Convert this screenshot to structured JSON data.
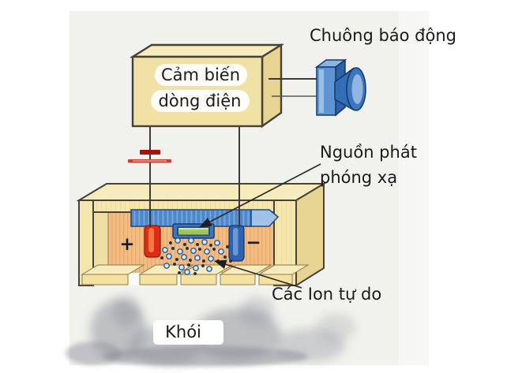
{
  "labels": {
    "alarm_bell": "Chuông báo động",
    "sensor_line1": "Cảm biến",
    "sensor_line2": "dòng điện",
    "source_line1": "Nguồn phát",
    "source_line2": "phóng xạ",
    "free_ions": "Các Ion tự do",
    "smoke": "Khói",
    "plus": "+",
    "minus": "−"
  },
  "icons": {
    "speaker": "speaker-horn-icon",
    "battery": "battery-cell-icon"
  },
  "colors": {
    "sensor_box_face": "#f0e2a4",
    "sensor_box_top": "#f5ebbd",
    "sensor_box_side": "#e7d492",
    "chamber_face": "#f5e6ae",
    "chamber_interior": "#f2bc82",
    "plate_blue": "#4e88ca",
    "electrode_red": "#e02c14",
    "electrode_blue": "#2d62b0",
    "source_green": "#9dc653",
    "speaker_blue": "#5e94d2",
    "wire": "#3a3a3a",
    "battery_red": "#a80f0f",
    "smoke_gray": "#8f8f98",
    "outline_dark": "#46423a"
  }
}
